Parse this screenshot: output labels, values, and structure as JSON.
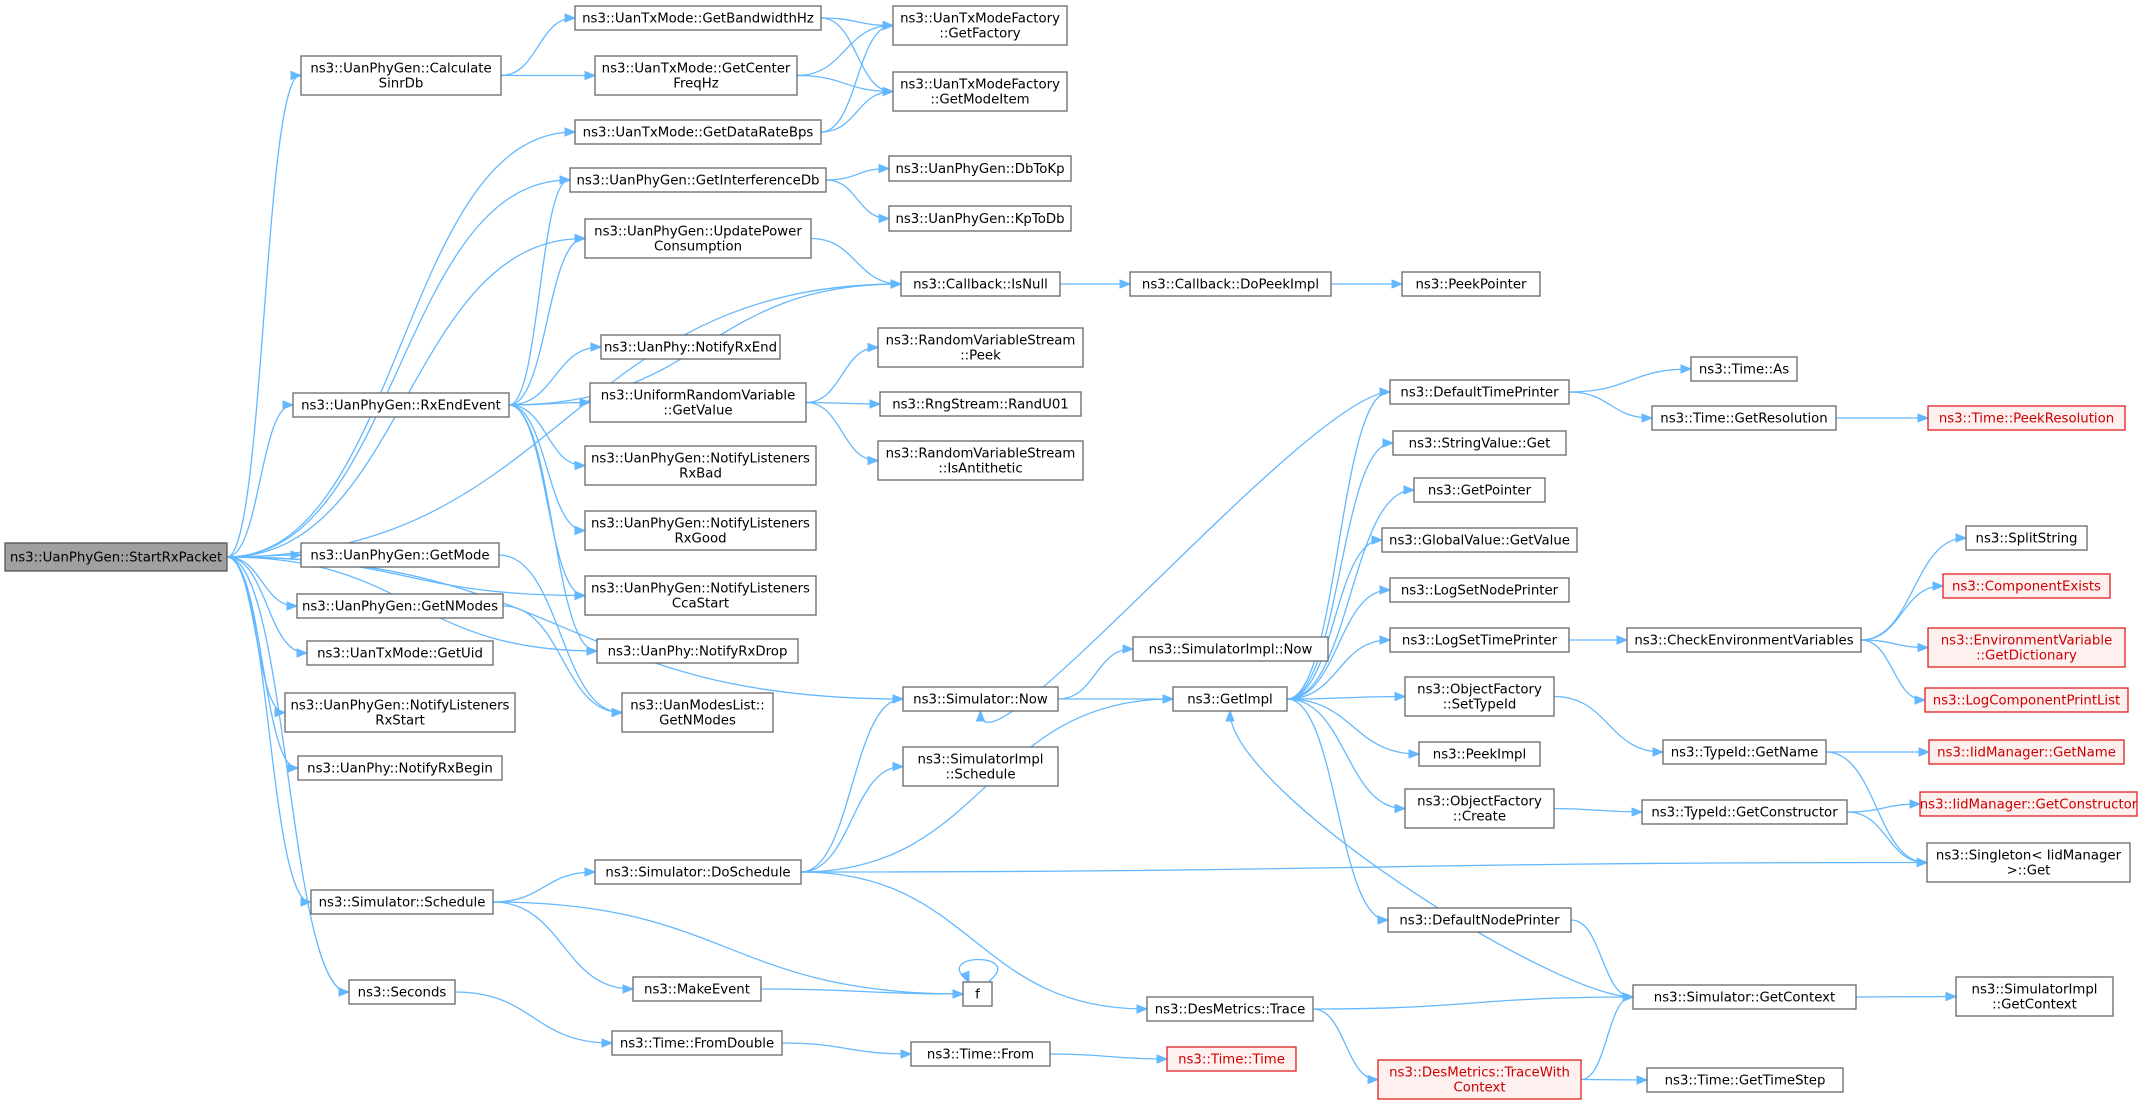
{
  "colors": {
    "edge": "#63b8ff",
    "node_border": "#666666",
    "root_fill": "#a0a0a0",
    "external_border": "#e02020",
    "external_text": "#cc0000"
  },
  "nodes": [
    {
      "id": "root",
      "lines": [
        "ns3::UanPhyGen::StartRxPacket"
      ],
      "style": "root"
    },
    {
      "id": "calcsinr",
      "lines": [
        "ns3::UanPhyGen::Calculate",
        "SinrDb"
      ]
    },
    {
      "id": "getbw",
      "lines": [
        "ns3::UanTxMode::GetBandwidthHz"
      ]
    },
    {
      "id": "getcenter",
      "lines": [
        "ns3::UanTxMode::GetCenter",
        "FreqHz"
      ]
    },
    {
      "id": "getfactory",
      "lines": [
        "ns3::UanTxModeFactory",
        "::GetFactory"
      ]
    },
    {
      "id": "getmodeitem",
      "lines": [
        "ns3::UanTxModeFactory",
        "::GetModeItem"
      ]
    },
    {
      "id": "getdatarate",
      "lines": [
        "ns3::UanTxMode::GetDataRateBps"
      ]
    },
    {
      "id": "getinterf",
      "lines": [
        "ns3::UanPhyGen::GetInterferenceDb"
      ]
    },
    {
      "id": "dbtokp",
      "lines": [
        "ns3::UanPhyGen::DbToKp"
      ]
    },
    {
      "id": "kptodb",
      "lines": [
        "ns3::UanPhyGen::KpToDb"
      ]
    },
    {
      "id": "updatepower",
      "lines": [
        "ns3::UanPhyGen::UpdatePower",
        "Consumption"
      ]
    },
    {
      "id": "isnull",
      "lines": [
        "ns3::Callback::IsNull"
      ]
    },
    {
      "id": "dopeek",
      "lines": [
        "ns3::Callback::DoPeekImpl"
      ]
    },
    {
      "id": "peekpointer",
      "lines": [
        "ns3::PeekPointer"
      ]
    },
    {
      "id": "notifyrxend",
      "lines": [
        "ns3::UanPhy::NotifyRxEnd"
      ]
    },
    {
      "id": "rxendevent",
      "lines": [
        "ns3::UanPhyGen::RxEndEvent"
      ]
    },
    {
      "id": "urvgetvalue",
      "lines": [
        "ns3::UniformRandomVariable",
        "::GetValue"
      ]
    },
    {
      "id": "rvspeek",
      "lines": [
        "ns3::RandomVariableStream",
        "::Peek"
      ]
    },
    {
      "id": "randu01",
      "lines": [
        "ns3::RngStream::RandU01"
      ]
    },
    {
      "id": "isantithetic",
      "lines": [
        "ns3::RandomVariableStream",
        "::IsAntithetic"
      ]
    },
    {
      "id": "nlrxbad",
      "lines": [
        "ns3::UanPhyGen::NotifyListeners",
        "RxBad"
      ]
    },
    {
      "id": "nlrxgood",
      "lines": [
        "ns3::UanPhyGen::NotifyListeners",
        "RxGood"
      ]
    },
    {
      "id": "nlccastart",
      "lines": [
        "ns3::UanPhyGen::NotifyListeners",
        "CcaStart"
      ]
    },
    {
      "id": "notifyrxdrop",
      "lines": [
        "ns3::UanPhy::NotifyRxDrop"
      ]
    },
    {
      "id": "getmode",
      "lines": [
        "ns3::UanPhyGen::GetMode"
      ]
    },
    {
      "id": "getnmodes",
      "lines": [
        "ns3::UanPhyGen::GetNModes"
      ]
    },
    {
      "id": "getuid",
      "lines": [
        "ns3::UanTxMode::GetUid"
      ]
    },
    {
      "id": "nlrxstart",
      "lines": [
        "ns3::UanPhyGen::NotifyListeners",
        "RxStart"
      ]
    },
    {
      "id": "notifyrxbegin",
      "lines": [
        "ns3::UanPhy::NotifyRxBegin"
      ]
    },
    {
      "id": "uanmodesnmodes",
      "lines": [
        "ns3::UanModesList::",
        "GetNModes"
      ]
    },
    {
      "id": "simnow",
      "lines": [
        "ns3::Simulator::Now"
      ]
    },
    {
      "id": "simimplnow",
      "lines": [
        "ns3::SimulatorImpl::Now"
      ]
    },
    {
      "id": "getimpl",
      "lines": [
        "ns3::GetImpl"
      ]
    },
    {
      "id": "defaulttimeprinter",
      "lines": [
        "ns3::DefaultTimePrinter"
      ]
    },
    {
      "id": "timeas",
      "lines": [
        "ns3::Time::As"
      ]
    },
    {
      "id": "timegetres",
      "lines": [
        "ns3::Time::GetResolution"
      ]
    },
    {
      "id": "timepeekres",
      "lines": [
        "ns3::Time::PeekResolution"
      ],
      "style": "red"
    },
    {
      "id": "stringvalueget",
      "lines": [
        "ns3::StringValue::Get"
      ]
    },
    {
      "id": "getpointer",
      "lines": [
        "ns3::GetPointer"
      ]
    },
    {
      "id": "globalvalueget",
      "lines": [
        "ns3::GlobalValue::GetValue"
      ]
    },
    {
      "id": "logsetnode",
      "lines": [
        "ns3::LogSetNodePrinter"
      ]
    },
    {
      "id": "logsettime",
      "lines": [
        "ns3::LogSetTimePrinter"
      ]
    },
    {
      "id": "checkenv",
      "lines": [
        "ns3::CheckEnvironmentVariables"
      ]
    },
    {
      "id": "splitstring",
      "lines": [
        "ns3::SplitString"
      ]
    },
    {
      "id": "componentexists",
      "lines": [
        "ns3::ComponentExists"
      ],
      "style": "red"
    },
    {
      "id": "envgetdict",
      "lines": [
        "ns3::EnvironmentVariable",
        "::GetDictionary"
      ],
      "style": "red"
    },
    {
      "id": "logcompprint",
      "lines": [
        "ns3::LogComponentPrintList"
      ],
      "style": "red"
    },
    {
      "id": "ofsettypeid",
      "lines": [
        "ns3::ObjectFactory",
        "::SetTypeId"
      ]
    },
    {
      "id": "typeidgetname",
      "lines": [
        "ns3::TypeId::GetName"
      ]
    },
    {
      "id": "iidgetname",
      "lines": [
        "ns3::IidManager::GetName"
      ],
      "style": "red"
    },
    {
      "id": "peekimpl",
      "lines": [
        "ns3::PeekImpl"
      ]
    },
    {
      "id": "ofcreate",
      "lines": [
        "ns3::ObjectFactory",
        "::Create"
      ]
    },
    {
      "id": "typeidgetctor",
      "lines": [
        "ns3::TypeId::GetConstructor"
      ]
    },
    {
      "id": "iidgetctor",
      "lines": [
        "ns3::IidManager::GetConstructor"
      ],
      "style": "red"
    },
    {
      "id": "singletonget",
      "lines": [
        "ns3::Singleton< IidManager",
        ">::Get"
      ]
    },
    {
      "id": "defaultnodeprinter",
      "lines": [
        "ns3::DefaultNodePrinter"
      ]
    },
    {
      "id": "simimplschedule",
      "lines": [
        "ns3::SimulatorImpl",
        "::Schedule"
      ]
    },
    {
      "id": "simdoschedule",
      "lines": [
        "ns3::Simulator::DoSchedule"
      ]
    },
    {
      "id": "simschedule",
      "lines": [
        "ns3::Simulator::Schedule"
      ]
    },
    {
      "id": "makeevent",
      "lines": [
        "ns3::MakeEvent"
      ]
    },
    {
      "id": "f",
      "lines": [
        "f"
      ]
    },
    {
      "id": "seconds",
      "lines": [
        "ns3::Seconds"
      ]
    },
    {
      "id": "timefromdouble",
      "lines": [
        "ns3::Time::FromDouble"
      ]
    },
    {
      "id": "timefrom",
      "lines": [
        "ns3::Time::From"
      ]
    },
    {
      "id": "timetime",
      "lines": [
        "ns3::Time::Time"
      ],
      "style": "red"
    },
    {
      "id": "desmetricstrace",
      "lines": [
        "ns3::DesMetrics::Trace"
      ]
    },
    {
      "id": "tracewithctx",
      "lines": [
        "ns3::DesMetrics::TraceWith",
        "Context"
      ],
      "style": "red"
    },
    {
      "id": "simgetctx",
      "lines": [
        "ns3::Simulator::GetContext"
      ]
    },
    {
      "id": "simimplgetctx",
      "lines": [
        "ns3::SimulatorImpl",
        "::GetContext"
      ]
    },
    {
      "id": "timegetstep",
      "lines": [
        "ns3::Time::GetTimeStep"
      ]
    }
  ],
  "edges": [
    [
      "root",
      "calcsinr"
    ],
    [
      "root",
      "getdatarate"
    ],
    [
      "root",
      "getinterf"
    ],
    [
      "root",
      "updatepower"
    ],
    [
      "root",
      "isnull"
    ],
    [
      "root",
      "rxendevent"
    ],
    [
      "root",
      "getmode"
    ],
    [
      "root",
      "getnmodes"
    ],
    [
      "root",
      "getuid"
    ],
    [
      "root",
      "nlrxstart"
    ],
    [
      "root",
      "notifyrxbegin"
    ],
    [
      "root",
      "nlccastart"
    ],
    [
      "root",
      "notifyrxdrop"
    ],
    [
      "root",
      "simnow"
    ],
    [
      "root",
      "simschedule"
    ],
    [
      "root",
      "seconds"
    ],
    [
      "calcsinr",
      "getbw"
    ],
    [
      "calcsinr",
      "getcenter"
    ],
    [
      "getbw",
      "getfactory"
    ],
    [
      "getbw",
      "getmodeitem"
    ],
    [
      "getcenter",
      "getfactory"
    ],
    [
      "getcenter",
      "getmodeitem"
    ],
    [
      "getdatarate",
      "getfactory"
    ],
    [
      "getdatarate",
      "getmodeitem"
    ],
    [
      "getinterf",
      "dbtokp"
    ],
    [
      "getinterf",
      "kptodb"
    ],
    [
      "updatepower",
      "isnull"
    ],
    [
      "isnull",
      "dopeek"
    ],
    [
      "dopeek",
      "peekpointer"
    ],
    [
      "rxendevent",
      "getinterf"
    ],
    [
      "rxendevent",
      "updatepower"
    ],
    [
      "rxendevent",
      "isnull"
    ],
    [
      "rxendevent",
      "notifyrxend"
    ],
    [
      "rxendevent",
      "urvgetvalue"
    ],
    [
      "rxendevent",
      "nlrxbad"
    ],
    [
      "rxendevent",
      "nlrxgood"
    ],
    [
      "rxendevent",
      "nlccastart"
    ],
    [
      "rxendevent",
      "notifyrxdrop"
    ],
    [
      "urvgetvalue",
      "rvspeek"
    ],
    [
      "urvgetvalue",
      "randu01"
    ],
    [
      "urvgetvalue",
      "isantithetic"
    ],
    [
      "getmode",
      "uanmodesnmodes"
    ],
    [
      "getnmodes",
      "uanmodesnmodes"
    ],
    [
      "simnow",
      "simimplnow"
    ],
    [
      "simnow",
      "getimpl"
    ],
    [
      "getimpl",
      "defaulttimeprinter"
    ],
    [
      "getimpl",
      "stringvalueget"
    ],
    [
      "getimpl",
      "getpointer"
    ],
    [
      "getimpl",
      "globalvalueget"
    ],
    [
      "getimpl",
      "logsetnode"
    ],
    [
      "getimpl",
      "logsettime"
    ],
    [
      "getimpl",
      "ofsettypeid"
    ],
    [
      "getimpl",
      "peekimpl"
    ],
    [
      "getimpl",
      "ofcreate"
    ],
    [
      "getimpl",
      "defaultnodeprinter"
    ],
    [
      "defaulttimeprinter",
      "simnow"
    ],
    [
      "defaulttimeprinter",
      "timeas"
    ],
    [
      "defaulttimeprinter",
      "timegetres"
    ],
    [
      "timegetres",
      "timepeekres"
    ],
    [
      "logsettime",
      "checkenv"
    ],
    [
      "checkenv",
      "splitstring"
    ],
    [
      "checkenv",
      "componentexists"
    ],
    [
      "checkenv",
      "envgetdict"
    ],
    [
      "checkenv",
      "logcompprint"
    ],
    [
      "ofsettypeid",
      "typeidgetname"
    ],
    [
      "typeidgetname",
      "iidgetname"
    ],
    [
      "typeidgetname",
      "singletonget"
    ],
    [
      "ofcreate",
      "typeidgetctor"
    ],
    [
      "typeidgetctor",
      "iidgetctor"
    ],
    [
      "typeidgetctor",
      "singletonget"
    ],
    [
      "defaultnodeprinter",
      "simgetctx"
    ],
    [
      "simschedule",
      "simdoschedule"
    ],
    [
      "simschedule",
      "makeevent"
    ],
    [
      "simschedule",
      "f"
    ],
    [
      "simdoschedule",
      "simnow"
    ],
    [
      "simdoschedule",
      "simimplschedule"
    ],
    [
      "simdoschedule",
      "getimpl"
    ],
    [
      "simdoschedule",
      "singletonget"
    ],
    [
      "simdoschedule",
      "desmetricstrace"
    ],
    [
      "makeevent",
      "f"
    ],
    [
      "f",
      "f"
    ],
    [
      "seconds",
      "timefromdouble"
    ],
    [
      "timefromdouble",
      "timefrom"
    ],
    [
      "timefrom",
      "timetime"
    ],
    [
      "desmetricstrace",
      "simgetctx"
    ],
    [
      "desmetricstrace",
      "tracewithctx"
    ],
    [
      "tracewithctx",
      "simgetctx"
    ],
    [
      "tracewithctx",
      "timegetstep"
    ],
    [
      "simgetctx",
      "getimpl"
    ],
    [
      "simgetctx",
      "simimplgetctx"
    ]
  ]
}
